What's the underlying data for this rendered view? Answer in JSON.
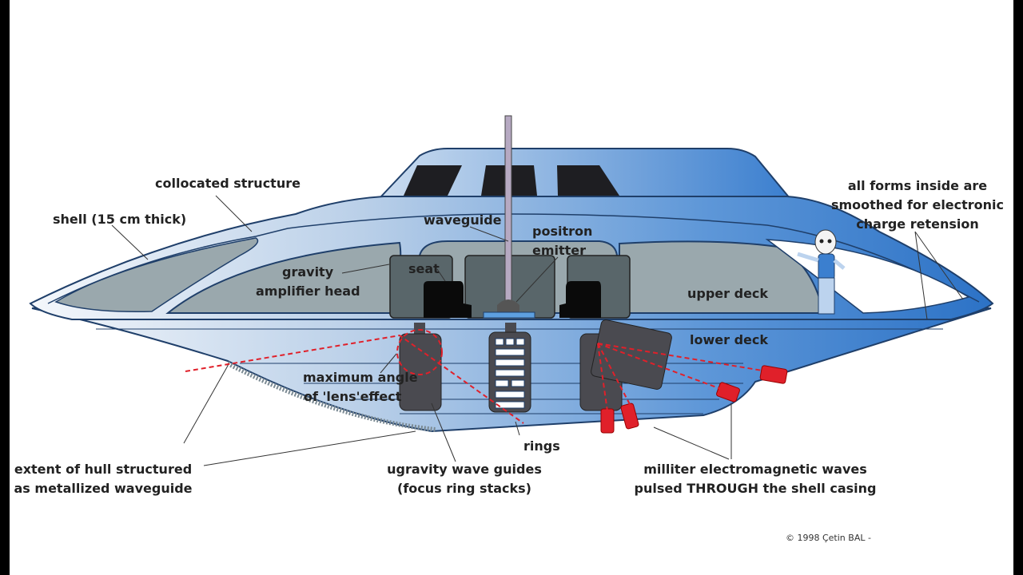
{
  "labels": {
    "collocated_structure": "collocated structure",
    "shell": "shell (15 cm thick)",
    "waveguide": "waveguide",
    "positron_1": "positron",
    "positron_2": "emitter",
    "gravity_1": "gravity",
    "gravity_2": "amplifier head",
    "seat": "seat",
    "upper_deck": "upper deck",
    "lower_deck": "lower deck",
    "forms_1": "all forms inside are",
    "forms_2": "smoothed for electronic",
    "forms_3": "charge retension",
    "max_angle_1": "maximum angle",
    "max_angle_2": "of 'lens'effect",
    "rings": "rings",
    "hull_1": "extent of hull structured",
    "hull_2": "as metallized waveguide",
    "ugravity_1": "ugravity wave guides",
    "ugravity_2": "(focus ring stacks)",
    "milliter_1": "milliter electromagnetic waves",
    "milliter_2": "pulsed THROUGH the shell casing"
  },
  "copyright": "© 1998 Çetin  BAL -",
  "colors": {
    "hull_blue": "#3a7fcf",
    "hull_light": "#e9f0f8",
    "interior_gray": "#9aa8ad",
    "dark_unit": "#4a4a50",
    "emitter_red": "#e0202a"
  }
}
